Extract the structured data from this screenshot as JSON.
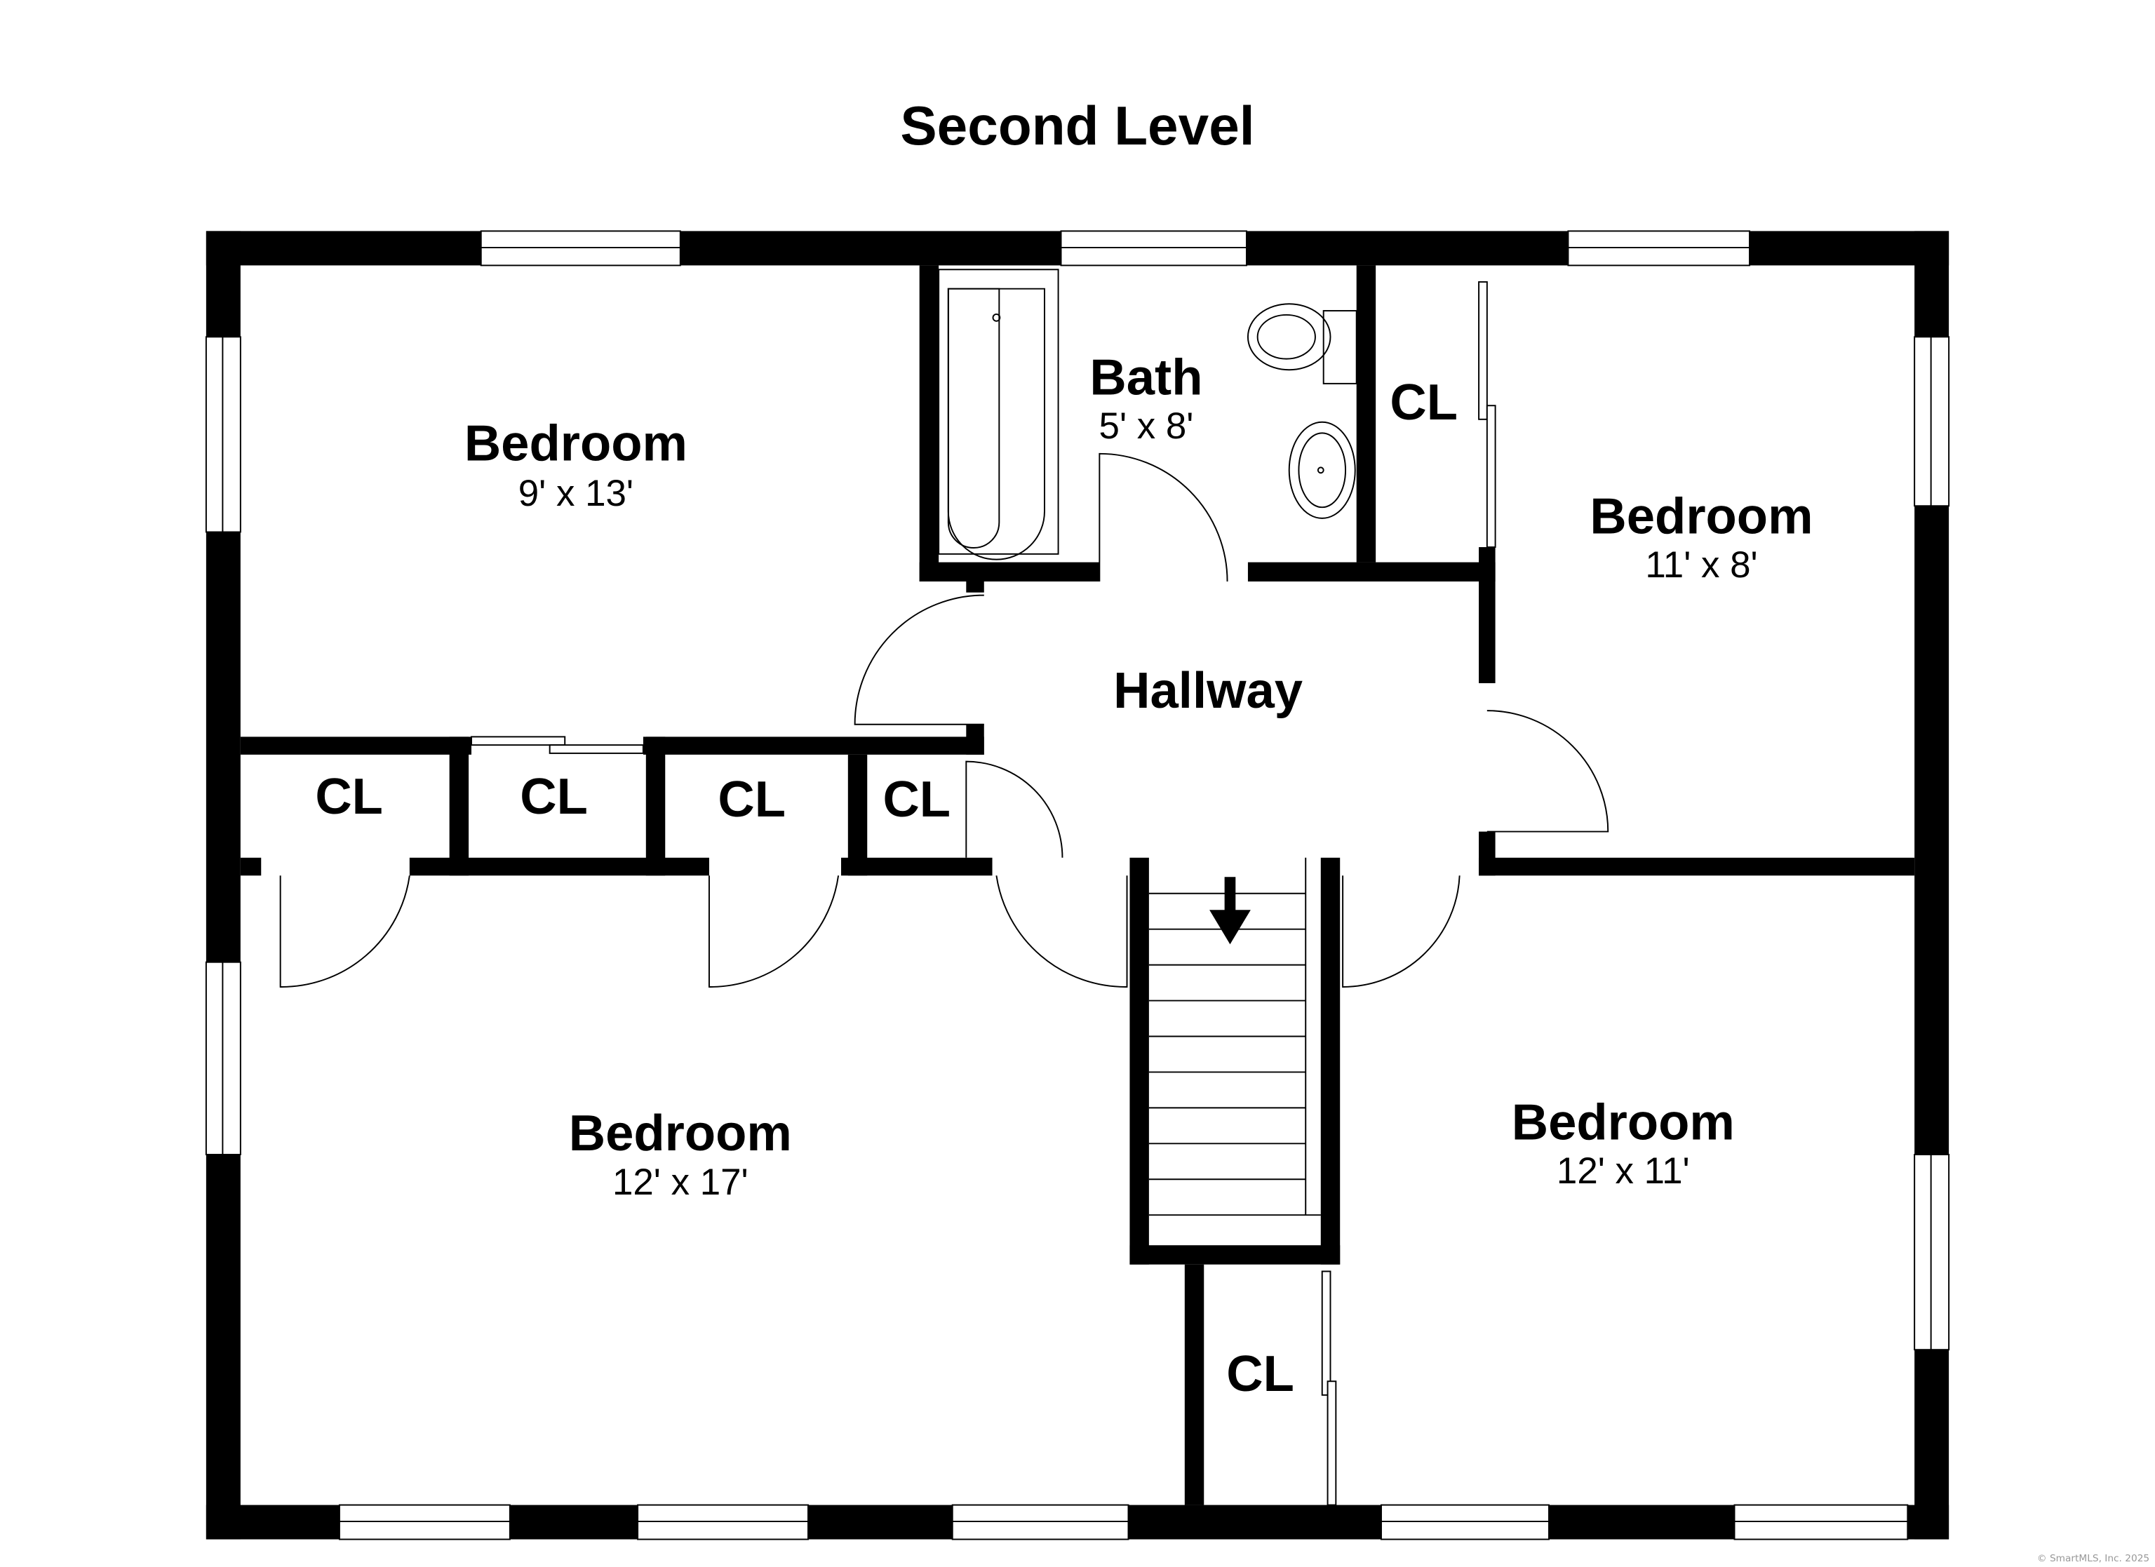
{
  "title": "Second Level",
  "rooms": {
    "bedroom_top_left": {
      "name": "Bedroom",
      "size": "9' x 13'"
    },
    "bath": {
      "name": "Bath",
      "size": "5' x 8'"
    },
    "closet_bath": {
      "name": "CL"
    },
    "bedroom_top_right": {
      "name": "Bedroom",
      "size": "11' x 8'"
    },
    "hallway": {
      "name": "Hallway"
    },
    "closet_1": {
      "name": "CL"
    },
    "closet_2": {
      "name": "CL"
    },
    "closet_3": {
      "name": "CL"
    },
    "closet_4": {
      "name": "CL"
    },
    "bedroom_bottom_left": {
      "name": "Bedroom",
      "size": "12' x 17'"
    },
    "bedroom_bottom_right": {
      "name": "Bedroom",
      "size": "12' x 11'"
    },
    "closet_bottom": {
      "name": "CL"
    }
  },
  "stairs": {
    "direction": "down"
  },
  "copyright": "© SmartMLS, Inc.  2025"
}
